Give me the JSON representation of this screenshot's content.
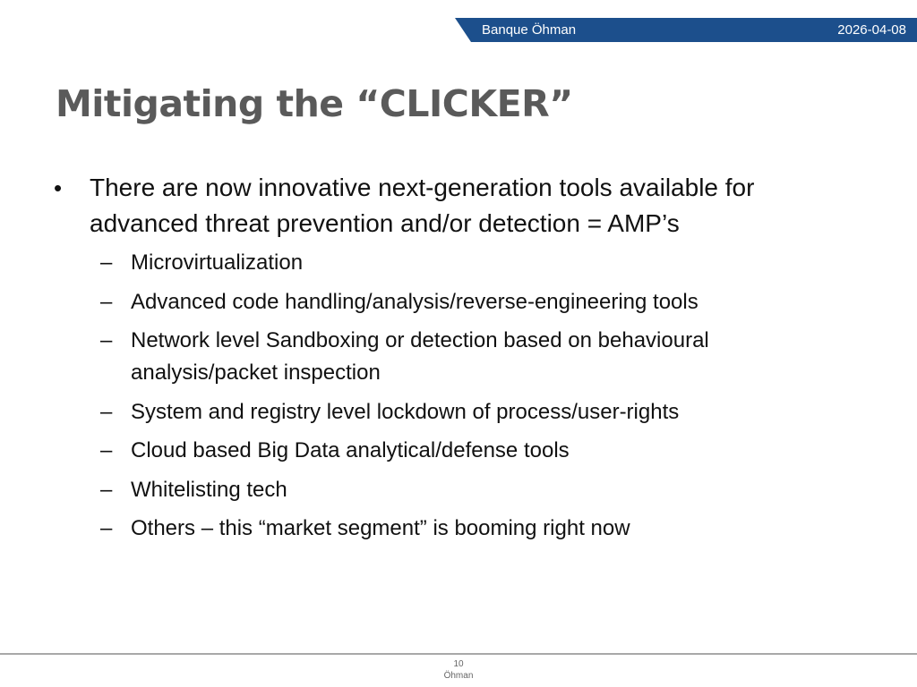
{
  "header": {
    "company": "Banque Öhman",
    "date": "2026-04-08",
    "band_color": "#1c4f8c"
  },
  "slide": {
    "title": "Mitigating the “CLICKER”",
    "bullet": {
      "marker": "•",
      "text": "There are now innovative next-generation tools available for advanced threat prevention and/or detection = AMP’s"
    },
    "sub_marker": "–",
    "sub_items": [
      "Microvirtualization",
      "Advanced code handling/analysis/reverse-engineering tools",
      "Network level Sandboxing or detection based on behavioural analysis/packet inspection",
      "System and registry level lockdown of process/user-rights",
      "Cloud based Big Data analytical/defense tools",
      "Whitelisting tech",
      "Others – this “market segment” is booming right now"
    ]
  },
  "footer": {
    "page_number": "10",
    "author": "Öhman"
  }
}
